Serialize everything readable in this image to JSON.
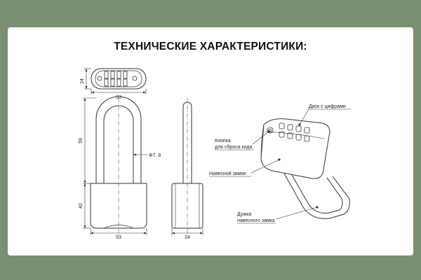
{
  "title": "ТЕХНИЧЕСКИЕ ХАРАКТЕРИСТИКИ:",
  "dimensions": {
    "top_height": "24",
    "top_width": "53",
    "shackle_height": "59",
    "body_height": "42",
    "body_width": "53",
    "side_width": "24",
    "shackle_diameter": "Φ7. 8"
  },
  "callouts": {
    "dial": "Диск с цифрами",
    "reset_button_line1": "Кнопка",
    "reset_button_line2": "для сброса кода",
    "padlock": "Навесной замок",
    "shackle_line1": "Дужка",
    "shackle_line2": "навесного замка"
  },
  "colors": {
    "background": "#7b8f73",
    "panel": "#ffffff",
    "line": "#333333"
  }
}
